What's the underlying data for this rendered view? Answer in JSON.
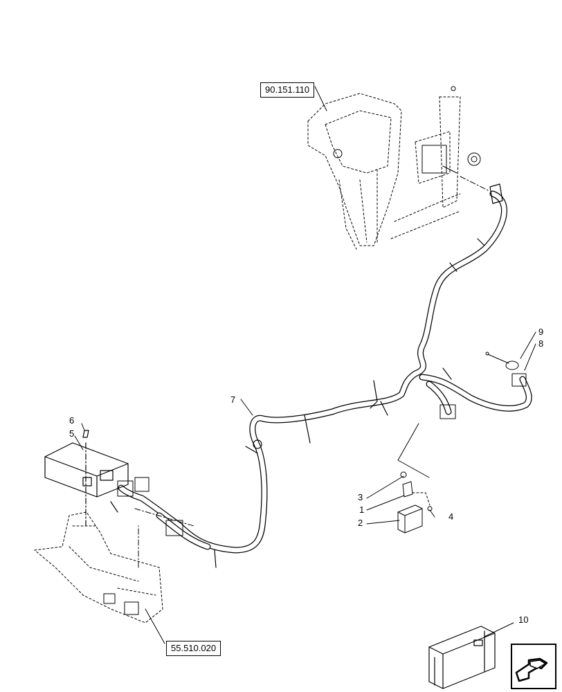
{
  "references": {
    "top": "90.151.110",
    "bottom": "55.510.020"
  },
  "callouts": [
    "1",
    "2",
    "3",
    "4",
    "5",
    "6",
    "7",
    "8",
    "9",
    "10"
  ],
  "icons": {
    "next_page": "arrow-next-page-icon",
    "kit_box": "crate-icon"
  }
}
